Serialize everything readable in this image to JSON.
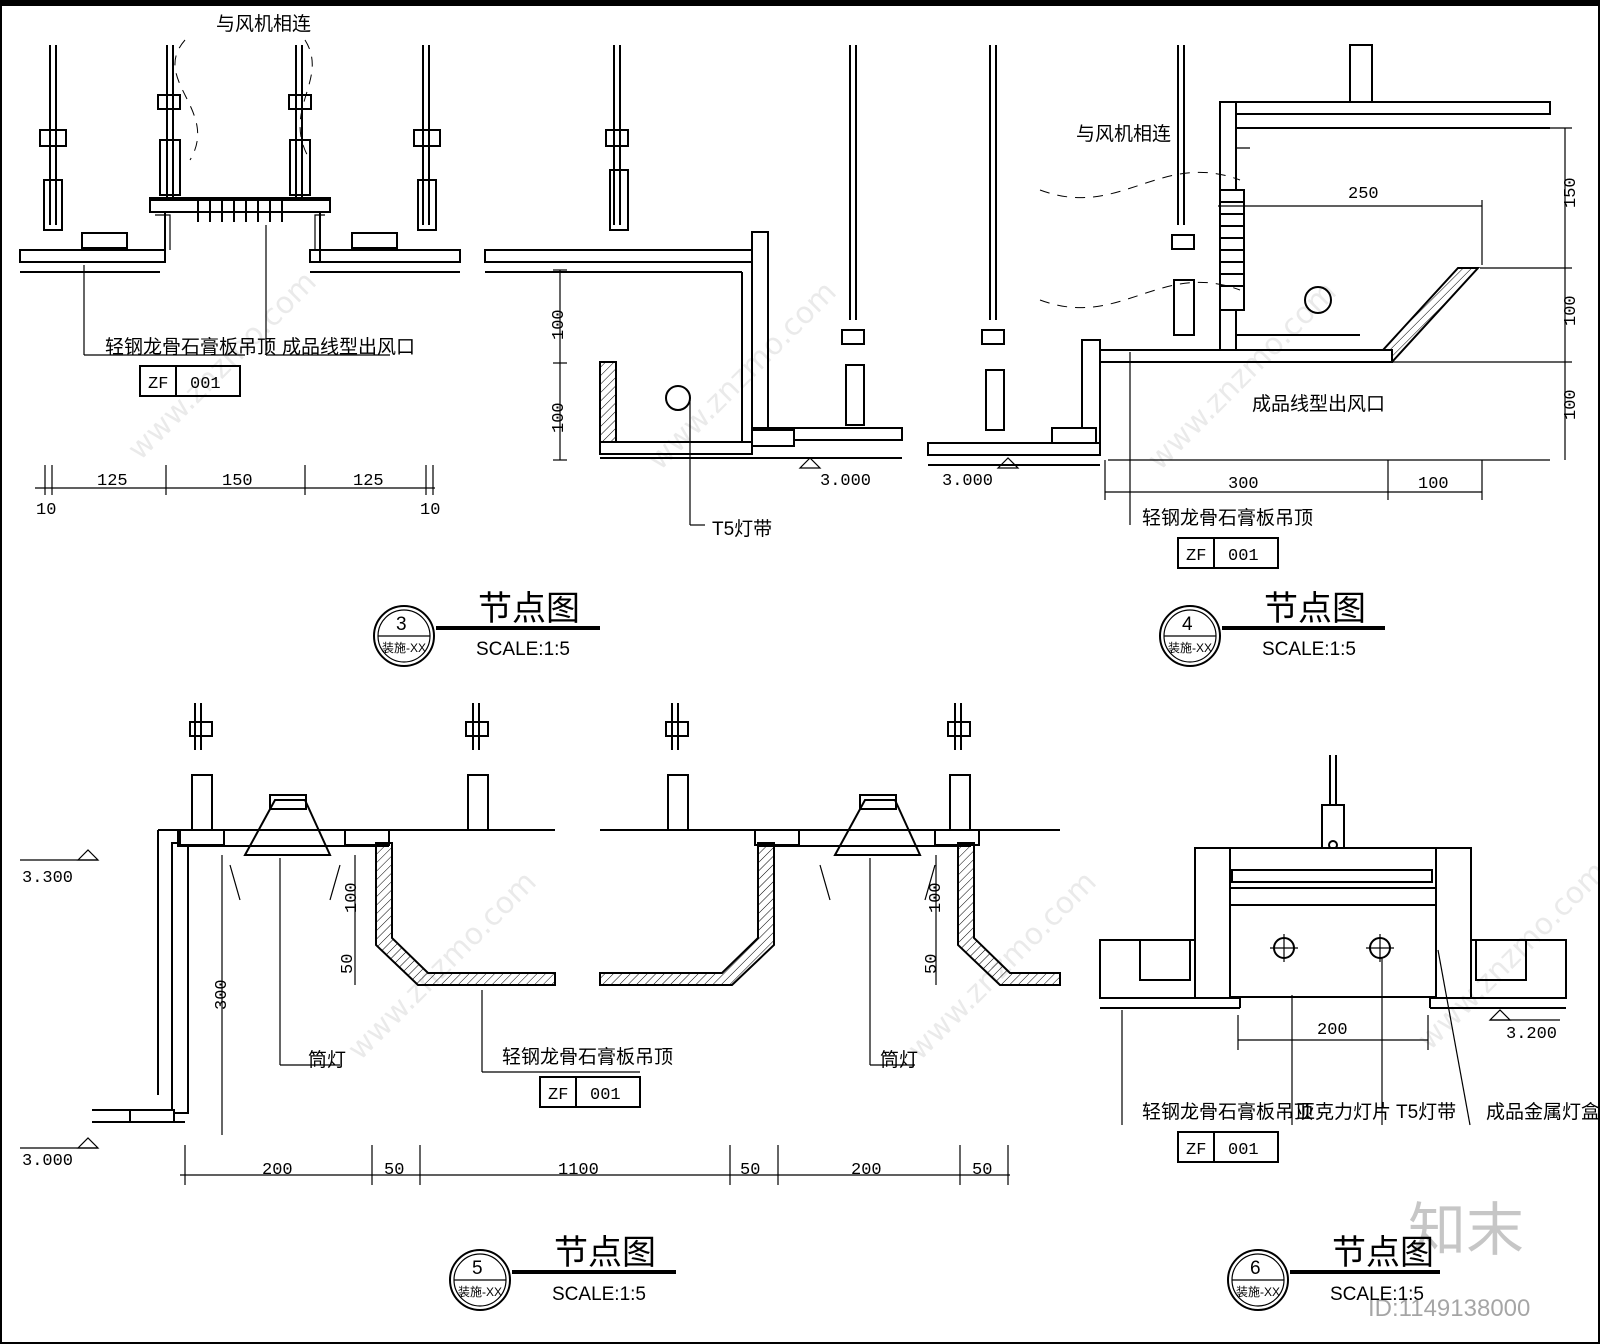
{
  "labels": {
    "fan_connect": "与风机相连",
    "ceiling": "轻钢龙骨石膏板吊顶",
    "outlet": "成品线型出风口",
    "t5": "T5灯带",
    "downlight": "筒灯",
    "acrylic": "亚克力灯片",
    "light_box": "成品金属灯盒"
  },
  "tag": {
    "code": "ZF",
    "num": "001"
  },
  "dims": {
    "d1_a": "125",
    "d1_b": "150",
    "d1_c": "125",
    "d1_e": "10",
    "d2_a": "100",
    "d2_b": "100",
    "d3_w": "250",
    "d3_a": "150",
    "d3_b": "100",
    "d3_c": "100",
    "d3_d": "300",
    "d3_e": "100",
    "d5_a": "300",
    "d5_b": "100",
    "d5_c": "50",
    "d5_d": "100",
    "d5_e": "50",
    "d5_h1": "200",
    "d5_h2": "50",
    "d5_h3": "1100",
    "d5_h4": "50",
    "d5_h5": "200",
    "d5_h6": "50",
    "d6_w": "200"
  },
  "levels": {
    "l1": "3.000",
    "l2": "3.000",
    "l3": "3.300",
    "l4": "3.000",
    "l5": "3.200"
  },
  "views": [
    {
      "num": "3",
      "sheet": "装施-XX",
      "title": "节点图",
      "scale": "SCALE:1:5"
    },
    {
      "num": "4",
      "sheet": "装施-XX",
      "title": "节点图",
      "scale": "SCALE:1:5"
    },
    {
      "num": "5",
      "sheet": "装施-XX",
      "title": "节点图",
      "scale": "SCALE:1:5"
    },
    {
      "num": "6",
      "sheet": "装施-XX",
      "title": "节点图",
      "scale": "SCALE:1:5"
    }
  ],
  "watermark": {
    "site": "www.znzmo.com",
    "brand": "知末",
    "id": "ID:1149138000"
  }
}
